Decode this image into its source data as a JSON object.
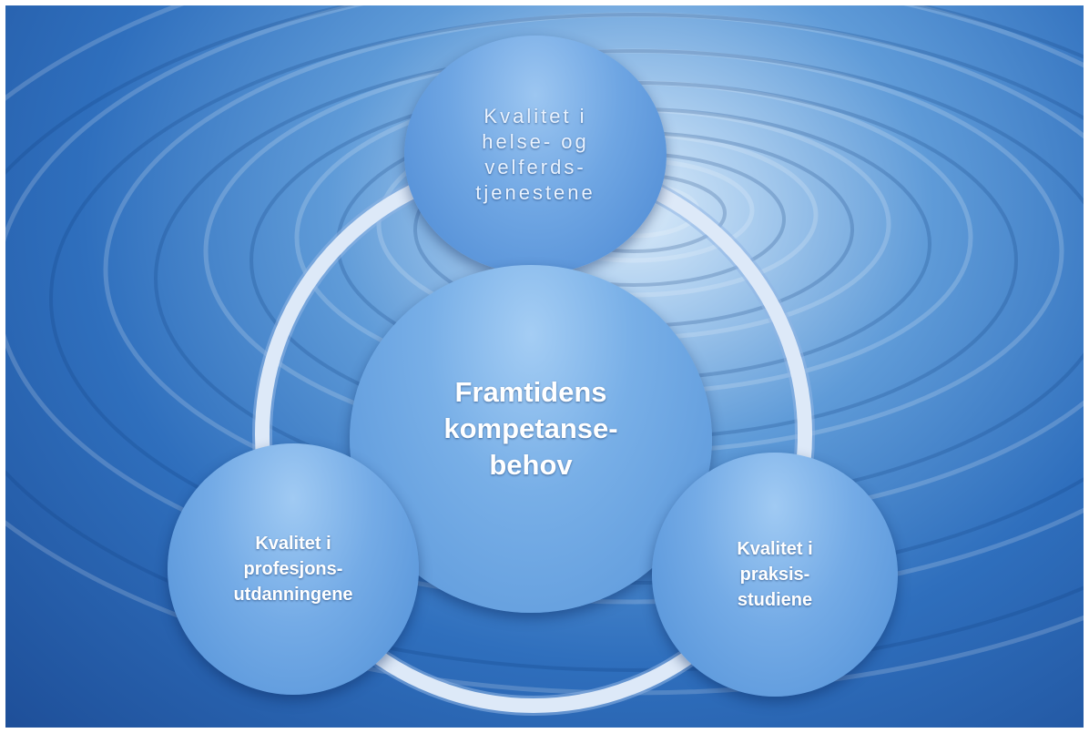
{
  "diagram": {
    "center": {
      "label": "Framtidens\nkompetanse-\nbehov"
    },
    "top": {
      "label": "Kvalitet i\nhelse- og\nvelferds-\ntjenestene"
    },
    "left": {
      "label": "Kvalitet i\nprofesjons-\nutdanningene"
    },
    "right": {
      "label": "Kvalitet i\npraksis-\nstudiene"
    }
  },
  "colors": {
    "background_deep": "#1e4f99",
    "background_light": "#dcecfa",
    "ring": "#d3e3f7",
    "circle_fill": "#78afe7",
    "text": "#ffffff"
  }
}
